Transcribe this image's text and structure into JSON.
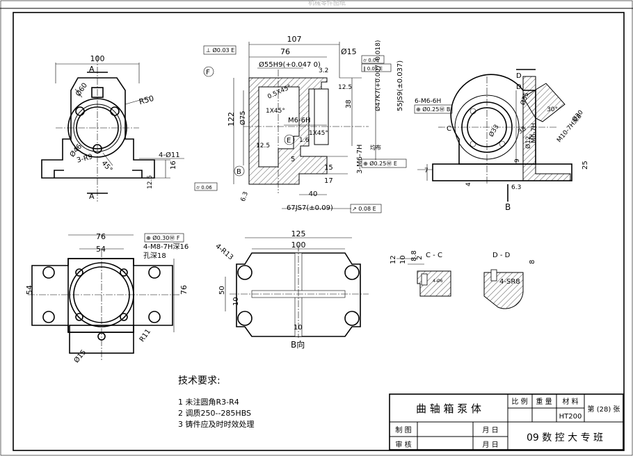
{
  "header": {
    "faded_title": "机械零件图纸"
  },
  "view_labels": {
    "a_top": "A",
    "a_bottom": "A",
    "b_arrow": "B",
    "b_view": "B向",
    "c_label": "C",
    "cc": "C - C",
    "dd": "D - D",
    "d1": "D",
    "d2": "D"
  },
  "front_view": {
    "dims": [
      "100",
      "R50",
      "Ø60",
      "Ø46",
      "3-R9",
      "45°",
      "4-Ø11",
      "16",
      "12.5"
    ]
  },
  "section_view": {
    "dims": [
      "107",
      "76",
      "Ø15",
      "Ø55H9(+0.047 0)",
      "3.2",
      "0.5X45°",
      "12.5",
      "1X45°",
      "122",
      "Ø75",
      "M6-6H",
      "12.5",
      "1.6",
      "1X45°",
      "5",
      "38",
      "Ø47K7(+0.007 -0.018)",
      "55JS9(±0.037)",
      "15",
      "17",
      "3-M6-7H",
      "40",
      "67JS7(±0.09)",
      "6.3"
    ],
    "frames": [
      "⊥ Ø0.03 E",
      "⌭ 0.06",
      "∥ 0.04 E",
      "⌭ 0.06",
      "⊕ Ø0.25Ⓜ E",
      "↗ 0.08 E"
    ],
    "datums": [
      "F",
      "E",
      "B"
    ],
    "note_even": "均布"
  },
  "side_view": {
    "dims": [
      "6-M6-6H",
      "⊕ Ø0.25Ⓜ B",
      "Ø35",
      "M10-7H深8",
      "30°",
      "Ø30",
      "38",
      "Ø33",
      "M6-7H",
      "Ø12",
      "2",
      "9",
      "25",
      "7",
      "4",
      "6.3"
    ]
  },
  "bottom_view": {
    "dims": [
      "76",
      "54",
      "⊕ Ø0.30Ⓜ F",
      "4-M8-7H深16",
      "孔深18",
      "54",
      "76",
      "R11",
      "Ø15"
    ]
  },
  "b_direction_view": {
    "dims": [
      "125",
      "100",
      "4-R13",
      "50",
      "10",
      "10"
    ]
  },
  "cc_view": {
    "dims": [
      "12",
      "10",
      "8.8",
      "2",
      "4-Ø6"
    ]
  },
  "dd_view": {
    "dims": [
      "8",
      "4-SR8"
    ]
  },
  "tech_requirements": {
    "title": "技术要求:",
    "items": [
      "1 未注圆角R3-R4",
      "2 调质250--285HBS",
      "3 铸件应及时时效处理"
    ]
  },
  "title_block": {
    "part_name": "曲 轴 箱 泵 体",
    "col_scale": "比 例",
    "col_weight": "重 量",
    "col_material": "材 料",
    "material_value": "HT200",
    "sheet_label": "第 (28) 张",
    "drawn_label": "制 图",
    "checked_label": "审 核",
    "month_day_1": "月  日",
    "month_day_2": "月  日",
    "class_name": "09 数 控 大 专 班"
  }
}
